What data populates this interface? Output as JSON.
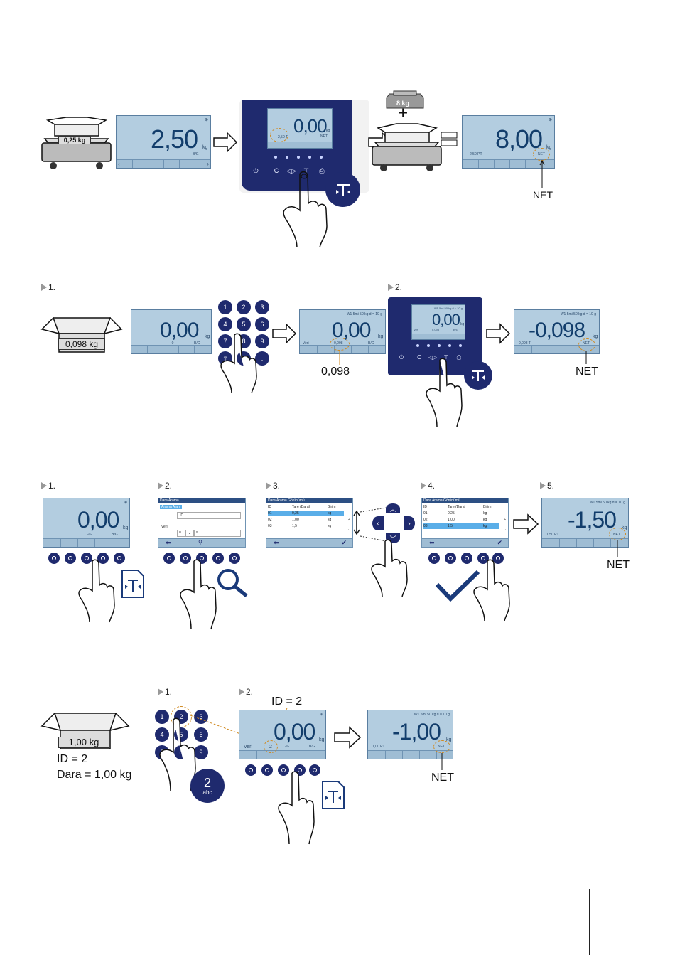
{
  "colors": {
    "navy": "#1f2a6e",
    "lcd": "#b3cde0",
    "highlight": "#d08a22",
    "select": "#5aaee8"
  },
  "row1": {
    "box_label": "0,25 kg",
    "screen1": {
      "value": "2,50",
      "unit": "kg",
      "sub": "B/G"
    },
    "device_screen": {
      "value": "0,00",
      "unit": "kg",
      "small": "2,50 T",
      "sub": "NET"
    },
    "weight_label": "8 kg",
    "plus": "+",
    "screen3": {
      "value": "8,00",
      "unit": "kg",
      "small": "2,50 PT",
      "net": "NET"
    },
    "callout": "NET",
    "tare_icon": "tare-icon"
  },
  "row2": {
    "step1": "1.",
    "step2": "2.",
    "box_label": "0,098 kg",
    "screen1": {
      "value": "0,00",
      "unit": "kg",
      "sub": "B/G",
      "center": "-0-"
    },
    "keypad": [
      "1",
      "2",
      "3",
      "4",
      "5",
      "6",
      "7",
      "8",
      "9",
      "⇧",
      "0",
      "."
    ],
    "screen2": {
      "value": "0,00",
      "unit": "kg",
      "header": "W1 5mi 50 kg d = 10 g",
      "left": "Veri",
      "small": "0,098",
      "sub": "B/G"
    },
    "callout_value": "0,098",
    "device_screen": {
      "value": "0,00",
      "unit": "kg",
      "header": "W1 5mi 50 kg d = 10 g",
      "left": "Veri",
      "small": "0,098",
      "sub": "B/G"
    },
    "screen3": {
      "value": "-0,098",
      "unit": "kg",
      "header": "W1 5mi 50 kg d = 10 g",
      "small": "0,098 T",
      "net": "NET"
    },
    "callout": "NET"
  },
  "row3": {
    "steps": [
      "1.",
      "2.",
      "3.",
      "4.",
      "5."
    ],
    "screen1": {
      "value": "0,00",
      "unit": "kg",
      "sub": "B/G",
      "center": "-0-"
    },
    "search": {
      "title": "Dara Arama",
      "field_title": "Arama Alanı",
      "id_value": "ID",
      "veri": "Veri",
      "op": "=",
      "star": "*"
    },
    "table_title": "Dara Arama Görünümü",
    "table_cols": [
      "ID",
      "Tare (Dara)",
      "Birim"
    ],
    "table_rows": [
      [
        "01",
        "0,25",
        "kg"
      ],
      [
        "02",
        "1,00",
        "kg"
      ],
      [
        "03",
        "1,5",
        "kg"
      ]
    ],
    "screen5": {
      "value": "-1,50",
      "unit": "kg",
      "header": "W1 5mi 50 kg d = 10 g",
      "small": "1,50 PT",
      "net": "NET"
    },
    "callout": "NET"
  },
  "row4": {
    "step1": "1.",
    "step2": "2.",
    "box_label": "1,00 kg",
    "id_label": "ID = 2",
    "dara_label": "Dara = 1,00 kg",
    "keypad": [
      "1",
      "2",
      "3",
      "4",
      "5",
      "6",
      "7",
      "8",
      "9"
    ],
    "big_key": "2",
    "big_key_sub": "abc",
    "id_callout": "ID = 2",
    "screen1": {
      "value": "0,00",
      "unit": "kg",
      "left": "Veri",
      "small": "2",
      "sub": "B/G",
      "center": "-0-"
    },
    "screen2": {
      "value": "-1,00",
      "unit": "kg",
      "header": "W1 5mi 50 kg d = 10 g",
      "small": "1,00 PT",
      "net": "NET"
    },
    "callout": "NET"
  }
}
